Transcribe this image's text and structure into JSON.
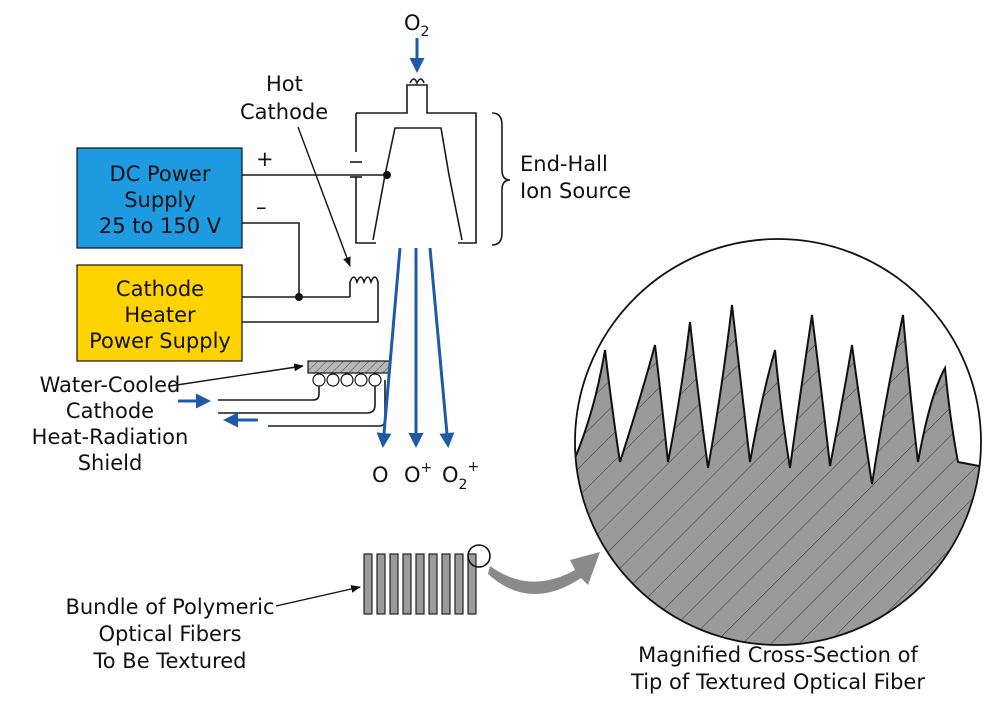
{
  "colors": {
    "dc_box": "#1e9be0",
    "heater_box": "#ffd300",
    "beam": "#1f5aa8",
    "fiber_fill": "#9a9a9a",
    "arrow_gray": "#8a8a8a"
  },
  "labels": {
    "o2_base": "O",
    "o2_sub": "2",
    "hot_cathode_1": "Hot",
    "hot_cathode_2": "Cathode",
    "end_hall_1": "End-Hall",
    "end_hall_2": "Ion Source",
    "plus": "+",
    "minus": "–",
    "dc_1": "DC Power",
    "dc_2": "Supply",
    "dc_3": "25 to 150 V",
    "heater_1": "Cathode",
    "heater_2": "Heater",
    "heater_3": "Power Supply",
    "shield_1": "Water-Cooled",
    "shield_2": "Cathode",
    "shield_3": "Heat-Radiation",
    "shield_4": "Shield",
    "ion_o": "O",
    "ion_op_base": "O",
    "ion_op_sup": "+",
    "ion_o2p_base": "O",
    "ion_o2p_sub": "2",
    "ion_o2p_sup": "+",
    "bundle_1": "Bundle of Polymeric",
    "bundle_2": "Optical Fibers",
    "bundle_3": "To Be Textured",
    "magnified_1": "Magnified Cross-Section of",
    "magnified_2": "Tip of Textured Optical Fiber"
  }
}
